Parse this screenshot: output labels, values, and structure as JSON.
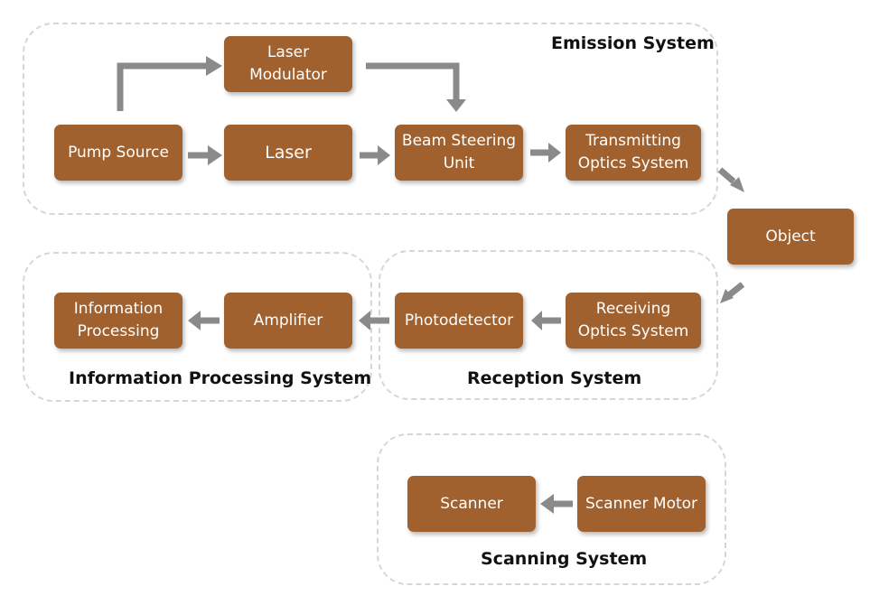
{
  "colors": {
    "node": "#a0612e",
    "arrow": "#8a8a8a",
    "group_border": "#d6d6d6"
  },
  "groups": {
    "emission": "Emission System",
    "info": "Information Processing System",
    "reception": "Reception System",
    "scanning": "Scanning System"
  },
  "nodes": {
    "laser_modulator": "Laser Modulator",
    "pump_source": "Pump Source",
    "laser": "Laser",
    "beam_steering": [
      "Beam Steering",
      "Unit"
    ],
    "transmitting_optics": [
      "Transmitting",
      "Optics System"
    ],
    "object": "Object",
    "receiving_optics": [
      "Receiving",
      "Optics System"
    ],
    "photodetector": "Photodetector",
    "amplifier": "Amplifier",
    "information_processing": [
      "Information",
      "Processing"
    ],
    "scanner": "Scanner",
    "scanner_motor": "Scanner Motor"
  },
  "edges": [
    [
      "pump_source",
      "laser_modulator"
    ],
    [
      "laser_modulator",
      "beam_steering"
    ],
    [
      "pump_source",
      "laser"
    ],
    [
      "laser",
      "beam_steering"
    ],
    [
      "beam_steering",
      "transmitting_optics"
    ],
    [
      "transmitting_optics",
      "object"
    ],
    [
      "object",
      "receiving_optics"
    ],
    [
      "receiving_optics",
      "photodetector"
    ],
    [
      "photodetector",
      "amplifier"
    ],
    [
      "amplifier",
      "information_processing"
    ],
    [
      "scanner_motor",
      "scanner"
    ]
  ]
}
